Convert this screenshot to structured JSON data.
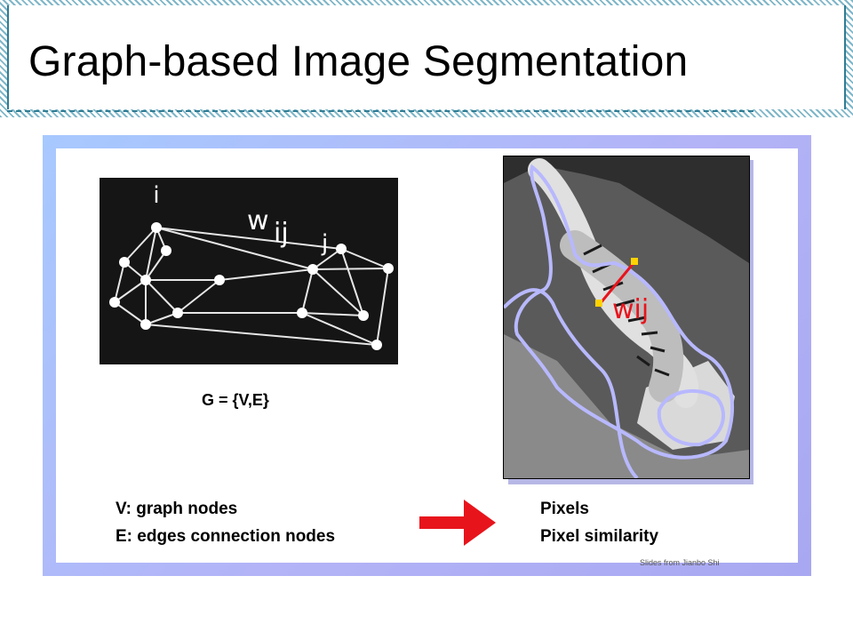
{
  "slide": {
    "title": "Graph-based Image Segmentation",
    "graph_label": "G = {V,E}",
    "graph_annotations": {
      "i": "i",
      "w": "w",
      "ij": "ij",
      "j": "j"
    },
    "left_lines": [
      "V: graph nodes",
      "E: edges connection nodes"
    ],
    "right_lines": [
      "Pixels",
      "Pixel similarity"
    ],
    "tiger_annotation": "wij",
    "credit": "Slides from Jianbo Shi"
  },
  "colors": {
    "title_border": "#2f7c94",
    "panel_gradient_start": "#a7c9ff",
    "panel_gradient_end": "#a8a8f2",
    "arrow": "#e8141c",
    "segment_outline": "#b8b8ff",
    "weight_marker": "#e8141c"
  },
  "icons": {
    "arrow": "right-arrow-icon"
  }
}
